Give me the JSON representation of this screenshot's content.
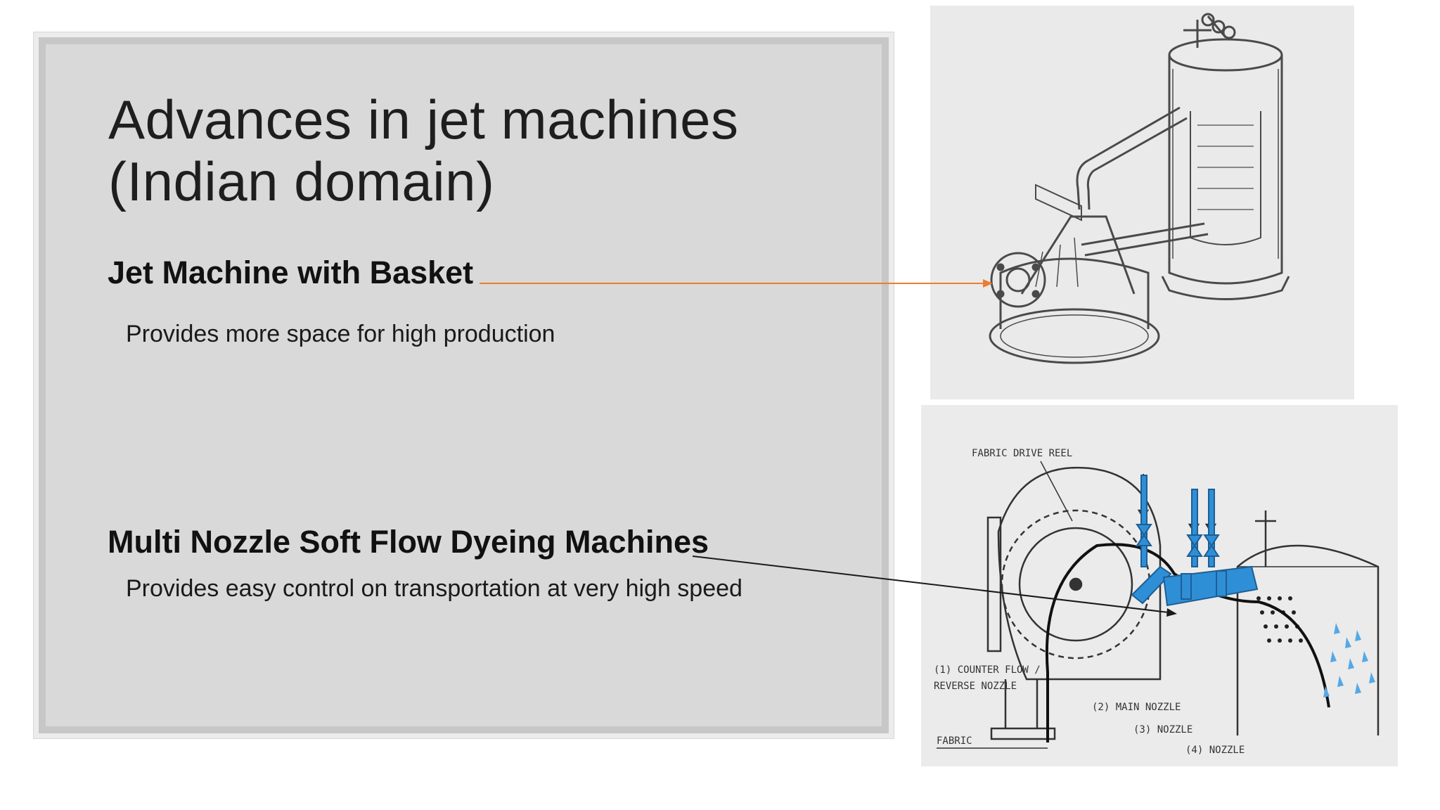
{
  "slide": {
    "title_line1": "Advances in jet machines",
    "title_line2": "(Indian domain)",
    "section1": {
      "heading": "Jet Machine with Basket",
      "description": "Provides more space for high production"
    },
    "section2": {
      "heading": "Multi Nozzle Soft Flow Dyeing Machines",
      "description": "Provides easy control on transportation at very high speed"
    }
  },
  "diagram_labels": {
    "fabric_drive_reel": "FABRIC DRIVE REEL",
    "counter_flow_1": "(1) COUNTER FLOW /",
    "counter_flow_2": "REVERSE NOZZLE",
    "main_nozzle": "(2) MAIN NOZZLE",
    "nozzle_3": "(3) NOZZLE",
    "nozzle_4": "(4) NOZZLE",
    "fabric": "FABRIC"
  },
  "colors": {
    "arrow_top": "#ed7d31",
    "arrow_bottom": "#1a1a1a",
    "machine_blue": "#2f8fd6"
  }
}
